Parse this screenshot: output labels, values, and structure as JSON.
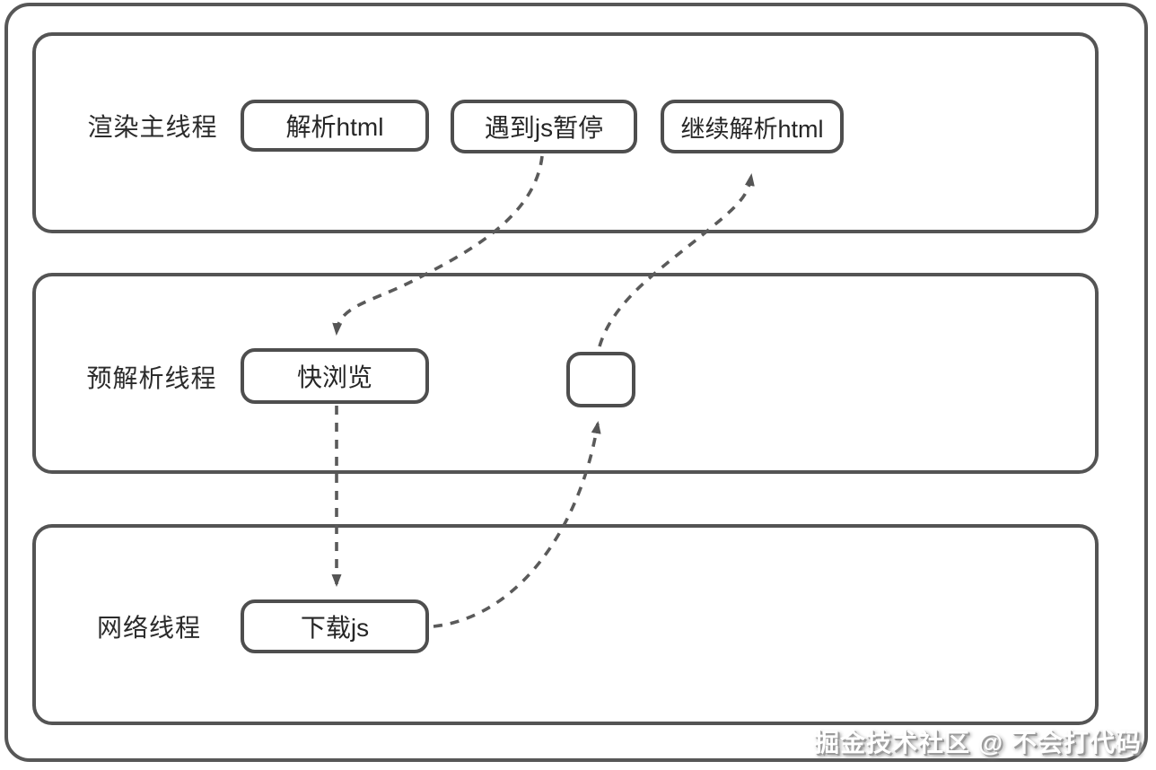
{
  "diagram": {
    "lanes": [
      {
        "label": "渲染主线程",
        "nodes": [
          {
            "label": "解析html"
          },
          {
            "label": "遇到js暂停"
          },
          {
            "label": "继续解析html"
          }
        ]
      },
      {
        "label": "预解析线程",
        "nodes": [
          {
            "label": "快浏览"
          },
          {
            "label": ""
          }
        ]
      },
      {
        "label": "网络线程",
        "nodes": [
          {
            "label": "下载js"
          }
        ]
      }
    ],
    "edges": [
      {
        "from": "遇到js暂停",
        "to": "快浏览",
        "style": "dashed-arrow"
      },
      {
        "from": "快浏览",
        "to": "下载js",
        "style": "dashed-arrow"
      },
      {
        "from": "下载js",
        "to": "预解析线程空节点",
        "style": "dashed-arrow"
      },
      {
        "from": "预解析线程空节点",
        "to": "继续解析html",
        "style": "dashed-arrow"
      }
    ],
    "watermark": "掘金技术社区 @ 不会打代码",
    "colors": {
      "stroke": "#555555",
      "text": "#2b2b2b",
      "background": "#ffffff",
      "watermark_text": "#ffffff",
      "watermark_shadow": "#9a9a9a"
    }
  }
}
